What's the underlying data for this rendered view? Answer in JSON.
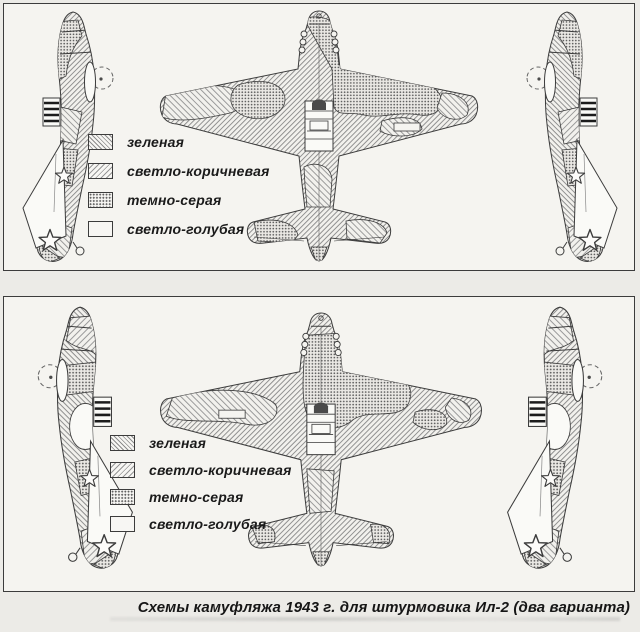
{
  "caption": "Схемы камуфляжа 1943 г. для штурмовика Ил-2 (два варианта)",
  "panels": [
    {
      "name": "variant-1",
      "legend": [
        {
          "label": "зеленая",
          "pattern": "diagonal-hatch-backslash",
          "represents_color": "green"
        },
        {
          "label": "светло-коричневая",
          "pattern": "diagonal-hatch-slash",
          "represents_color": "light-brown"
        },
        {
          "label": "темно-серая",
          "pattern": "stipple-dots",
          "represents_color": "dark-gray"
        },
        {
          "label": "светло-голубая",
          "pattern": "plain-white",
          "represents_color": "light-blue"
        }
      ]
    },
    {
      "name": "variant-2",
      "legend": [
        {
          "label": "зеленая",
          "pattern": "diagonal-hatch-backslash",
          "represents_color": "green"
        },
        {
          "label": "светло-коричневая",
          "pattern": "diagonal-hatch-slash",
          "represents_color": "light-brown"
        },
        {
          "label": "темно-серая",
          "pattern": "stipple-dots",
          "represents_color": "dark-gray"
        },
        {
          "label": "светло-голубая",
          "pattern": "plain-white",
          "represents_color": "light-blue"
        }
      ]
    }
  ],
  "colors": {
    "paper": "#ecebe7",
    "panel_background": "#f5f4f0",
    "ink": "#3c3c3c",
    "hatch_gray": "#8d8d8d",
    "stipple_gray": "#5f5f5f"
  }
}
